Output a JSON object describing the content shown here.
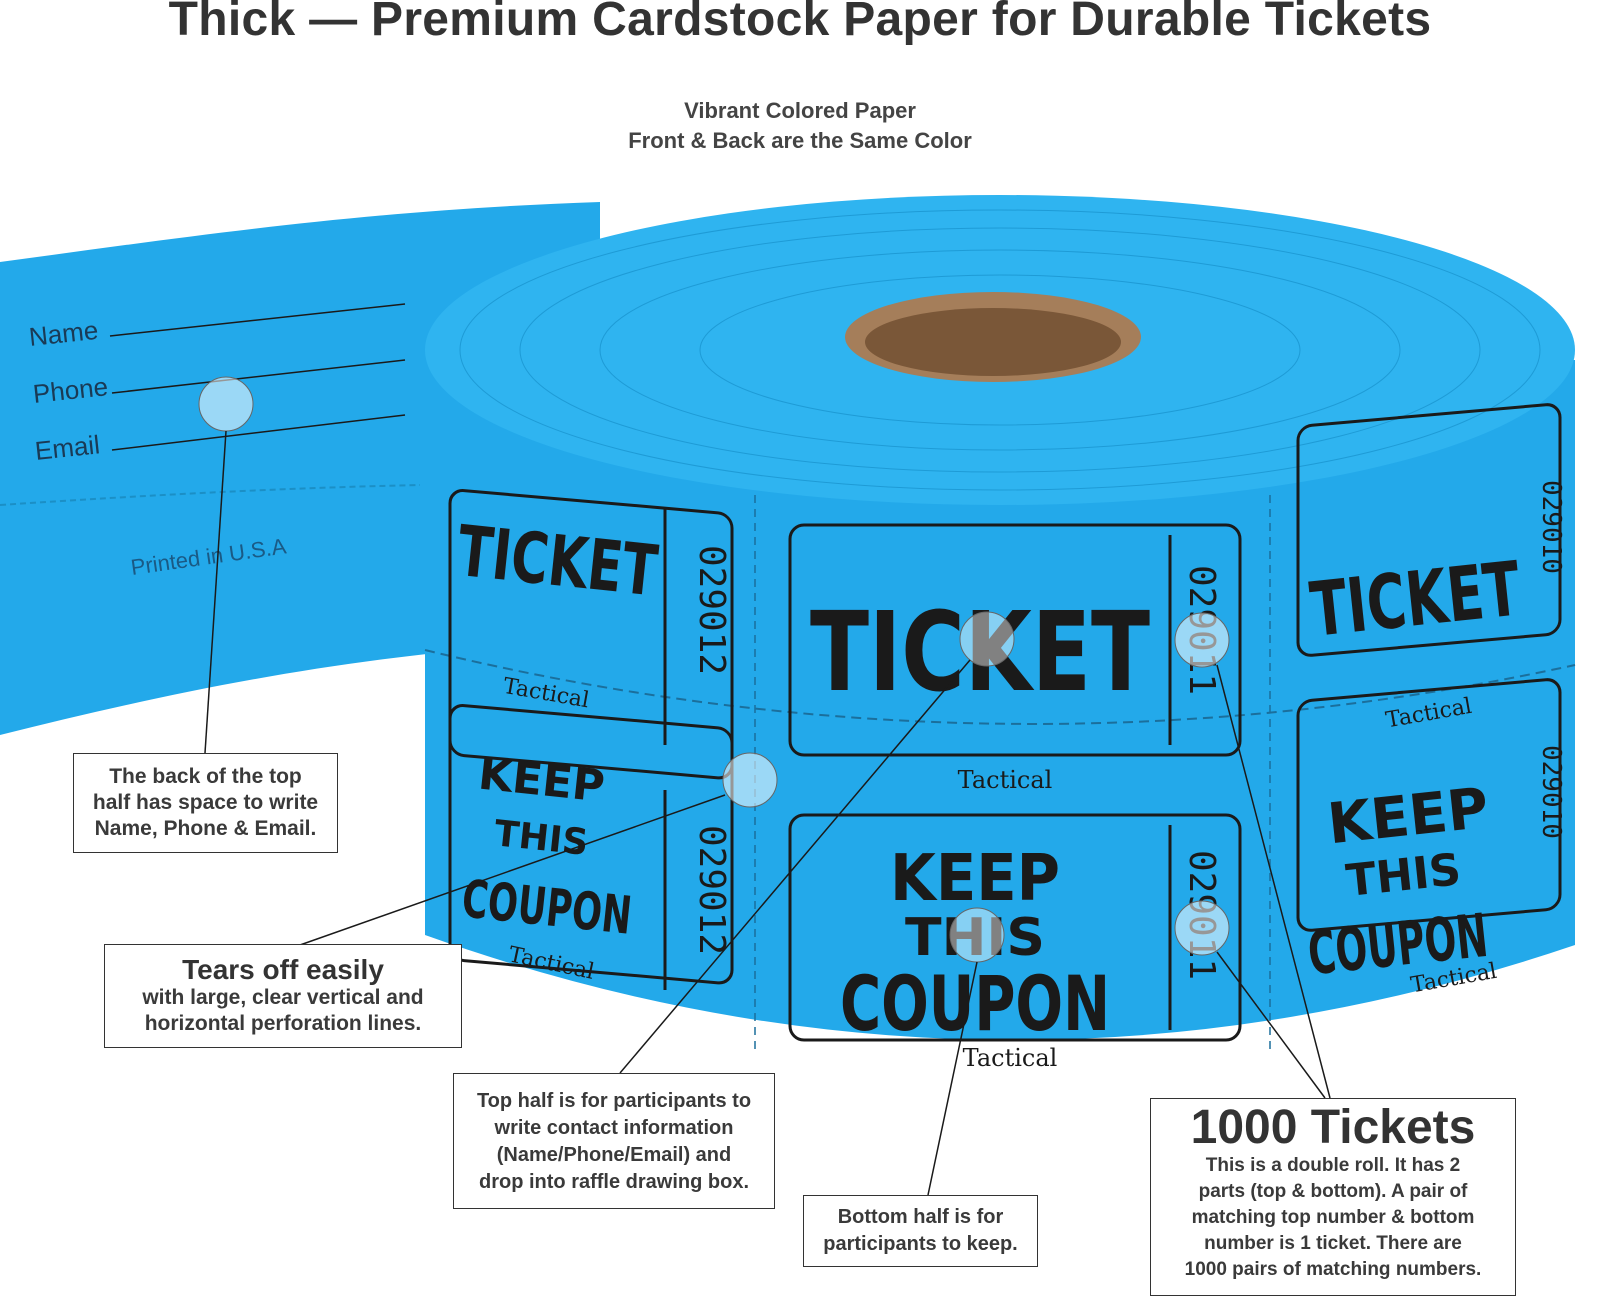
{
  "headline": "Thick — Premium Cardstock Paper for Durable Tickets",
  "subheading": {
    "line1": "Vibrant Colored Paper",
    "line2": "Front & Back are the Same Color"
  },
  "colors": {
    "ticket_blue": "#23a9ea",
    "ticket_blue_dark": "#1b8fc6",
    "ink": "#1a1a1a",
    "core": "#a57e5a"
  },
  "back_side": {
    "name_label": "Name",
    "phone_label": "Phone",
    "email_label": "Email",
    "printed": "Printed in U.S.A"
  },
  "tickets": {
    "ticket_word": "TICKET",
    "keep": "KEEP",
    "this": "THIS",
    "coupon": "COUPON",
    "brand": "Tactical",
    "numbers": [
      "029012",
      "029011",
      "029010"
    ]
  },
  "callouts": {
    "back": {
      "line1": "The back of the top",
      "line2": "half has space to write",
      "line3": "Name, Phone & Email."
    },
    "tears": {
      "title": "Tears off easily",
      "line1": "with large, clear vertical and",
      "line2": "horizontal perforation lines."
    },
    "top_half": {
      "line1": "Top half is for participants to",
      "line2": "write contact information",
      "line3": "(Name/Phone/Email) and",
      "line4": "drop into raffle drawing box."
    },
    "bottom_half": {
      "line1": "Bottom half is for",
      "line2": "participants to keep."
    },
    "count": {
      "title": "1000 Tickets",
      "line1": "This is a double roll. It has 2",
      "line2": "parts (top & bottom). A pair of",
      "line3": "matching top number & bottom",
      "line4": "number is 1 ticket. There are",
      "line5": "1000 pairs of matching numbers."
    }
  }
}
